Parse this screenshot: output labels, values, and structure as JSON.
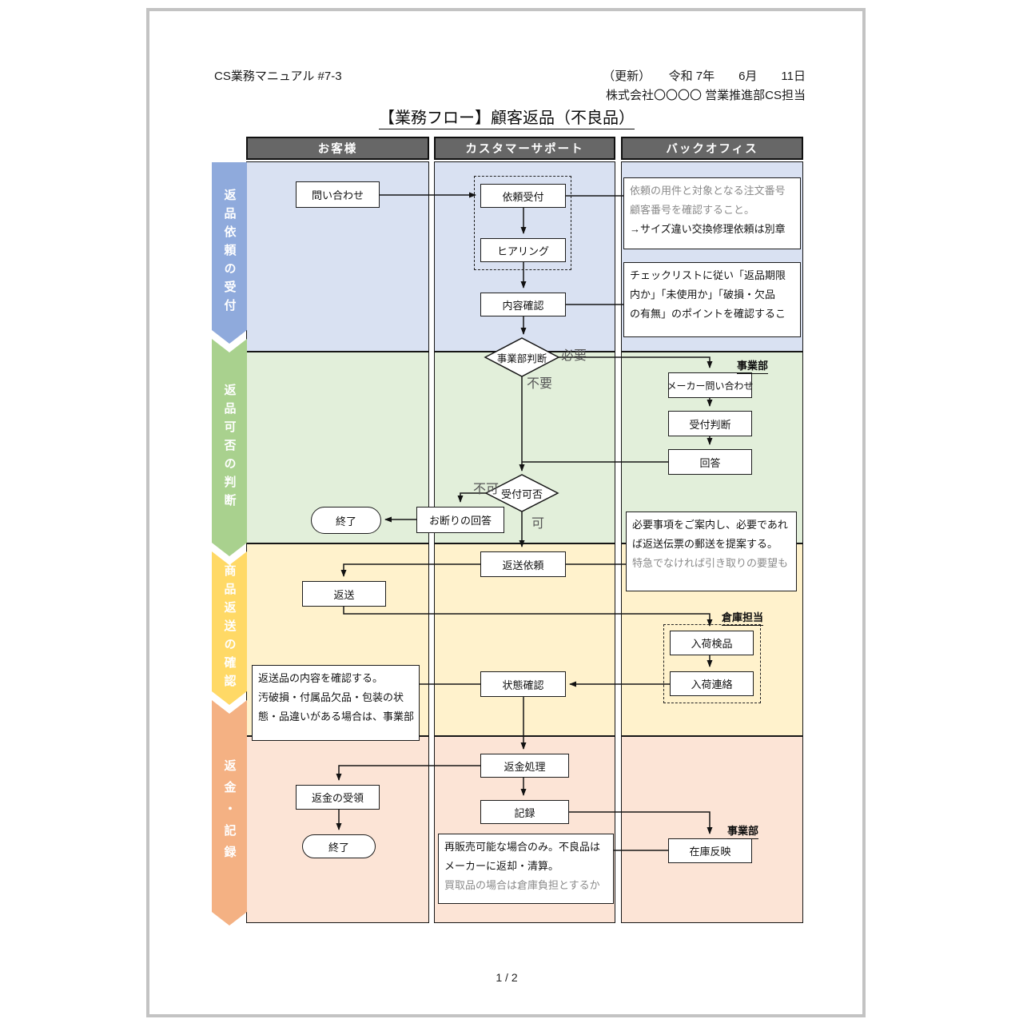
{
  "header": {
    "doc_id": "CS業務マニュアル #7-3",
    "updated": "（更新）　　令和 7年　　6月　　11日",
    "company": "株式会社〇〇〇〇 営業推進部CS担当",
    "title": "【業務フロー】顧客返品（不良品）"
  },
  "lanes": {
    "customer": "お客様",
    "cs": "カスタマーサポート",
    "backoffice": "バックオフィス"
  },
  "phases": {
    "p1": {
      "label": "返品依頼の受付",
      "arrow_color": "#8FAADC",
      "band_color": "#D9E1F2"
    },
    "p2": {
      "label": "返品可否の判断",
      "arrow_color": "#A9D18E",
      "band_color": "#E2EFDA"
    },
    "p3": {
      "label": "商品返送の確認",
      "arrow_color": "#FFD966",
      "band_color": "#FFF2CC"
    },
    "p4": {
      "label": "返金・記録",
      "arrow_color": "#F4B183",
      "band_color": "#FCE4D6"
    }
  },
  "nodes": {
    "toiawase": "問い合わせ",
    "irai_uketsuke": "依頼受付",
    "hearing": "ヒアリング",
    "naiyo_kakunin": "内容確認",
    "jigyobu_handan": "事業部判断",
    "maker_toiawase": "メーカー問い合わせ",
    "uketsuke_handan": "受付判断",
    "kaito": "回答",
    "uketsuke_kahi": "受付可否",
    "okotowari": "お断りの回答",
    "shuryo1": "終了",
    "hensou_irai": "返送依頼",
    "hensou": "返送",
    "nyuka_kenpin": "入荷検品",
    "nyuka_renraku": "入荷連絡",
    "jotai_kakunin": "状態確認",
    "henkin_shori": "返金処理",
    "henkin_juryo": "返金の受領",
    "shuryo2": "終了",
    "kiroku": "記録",
    "zaiko_hanei": "在庫反映"
  },
  "branch_labels": {
    "hitsuyo": "必要",
    "fuyo": "不要",
    "fuka": "不可",
    "ka": "可"
  },
  "group_labels": {
    "jigyobu_green": "事業部",
    "soko_tanto": "倉庫担当",
    "jigyobu_red": "事業部"
  },
  "notes": {
    "n1": {
      "l1": "依頼の用件と対象となる注文番号",
      "l2": "顧客番号を確認すること。",
      "l3": "→サイズ違い交換修理依頼は別章"
    },
    "n2": {
      "l1": "チェックリストに従い「返品期限",
      "l2": "内か」「未使用か」「破損・欠品",
      "l3": "の有無」のポイントを確認するこ"
    },
    "n3": {
      "l1": "必要事項をご案内し、必要であれ",
      "l2": "ば返送伝票の郵送を提案する。",
      "l3": "特急でなければ引き取りの要望も"
    },
    "n4": {
      "l1": "返送品の内容を確認する。",
      "l2": "汚破損・付属品欠品・包装の状",
      "l3": "態・品違いがある場合は、事業部"
    },
    "n5": {
      "l1": "再販売可能な場合のみ。不良品は",
      "l2": "メーカーに返却・清算。",
      "l3": "買取品の場合は倉庫負担とするか"
    }
  },
  "footer": {
    "page": "1 / 2"
  }
}
